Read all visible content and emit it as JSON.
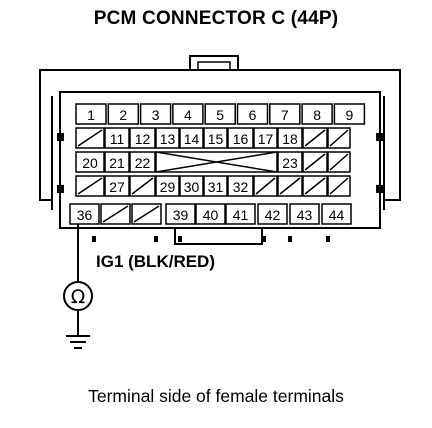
{
  "diagram": {
    "title": "PCM CONNECTOR C (44P)",
    "wire_label": "IG1 (BLK/RED)",
    "caption": "Terminal side of female terminals",
    "meter_symbol": "Ω",
    "probe_terminal": "36",
    "ground_icon": "ground-icon",
    "rows": [
      [
        "1",
        "2",
        "3",
        "4",
        "5",
        "6",
        "7",
        "8",
        "9"
      ],
      [
        "",
        "11",
        "12",
        "13",
        "14",
        "15",
        "16",
        "17",
        "18",
        "",
        ""
      ],
      [
        "20",
        "21",
        "22",
        "",
        "",
        "",
        "",
        "",
        "23",
        "",
        ""
      ],
      [
        "",
        "27",
        "",
        "29",
        "30",
        "31",
        "32",
        "",
        "",
        "",
        ""
      ],
      [
        "36",
        "",
        "",
        "39",
        "40",
        "41",
        "42",
        "43",
        "44"
      ]
    ]
  }
}
